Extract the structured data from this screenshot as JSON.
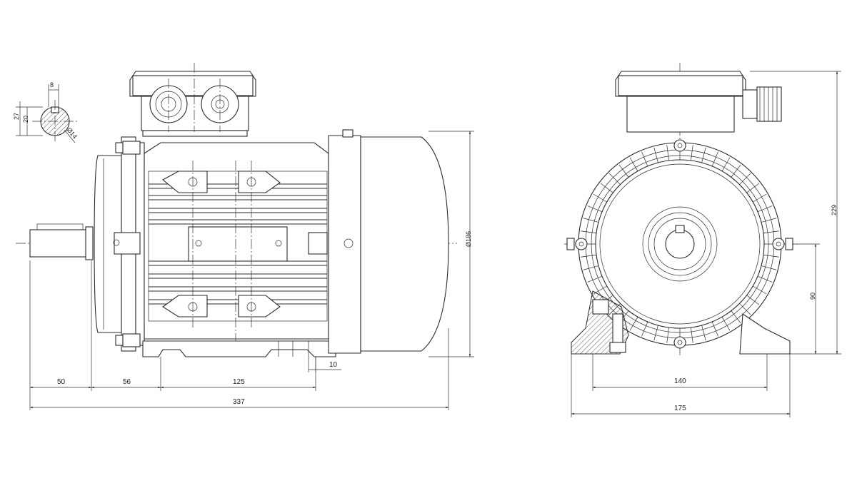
{
  "dimensions": {
    "keyway_width": "8",
    "shaft_height_27": "27",
    "shaft_height_20": "20",
    "shaft_diameter": "Ø14",
    "housing_diameter": "Ø186",
    "shaft_length": "50",
    "flange_to_foot": "56",
    "foot_spacing_side": "125",
    "overall_length": "337",
    "foot_thickness": "10",
    "overall_height": "229",
    "shaft_center_height": "90",
    "foot_spacing_front": "140",
    "overall_width": "175"
  }
}
